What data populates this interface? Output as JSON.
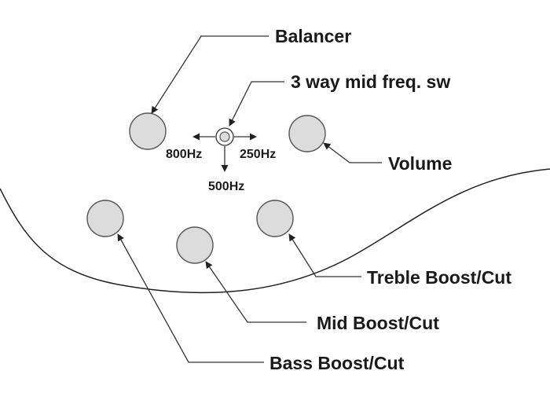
{
  "labels": {
    "balancer": "Balancer",
    "switch": "3 way mid freq. sw",
    "volume": "Volume",
    "treble": "Treble Boost/Cut",
    "mid": "Mid Boost/Cut",
    "bass": "Bass Boost/Cut"
  },
  "switch_positions": {
    "left": "800Hz",
    "right": "250Hz",
    "down": "500Hz"
  },
  "colors": {
    "knob_fill": "#dcdcdc",
    "knob_stroke": "#555555",
    "line": "#222222",
    "text": "#1a1a1a"
  }
}
